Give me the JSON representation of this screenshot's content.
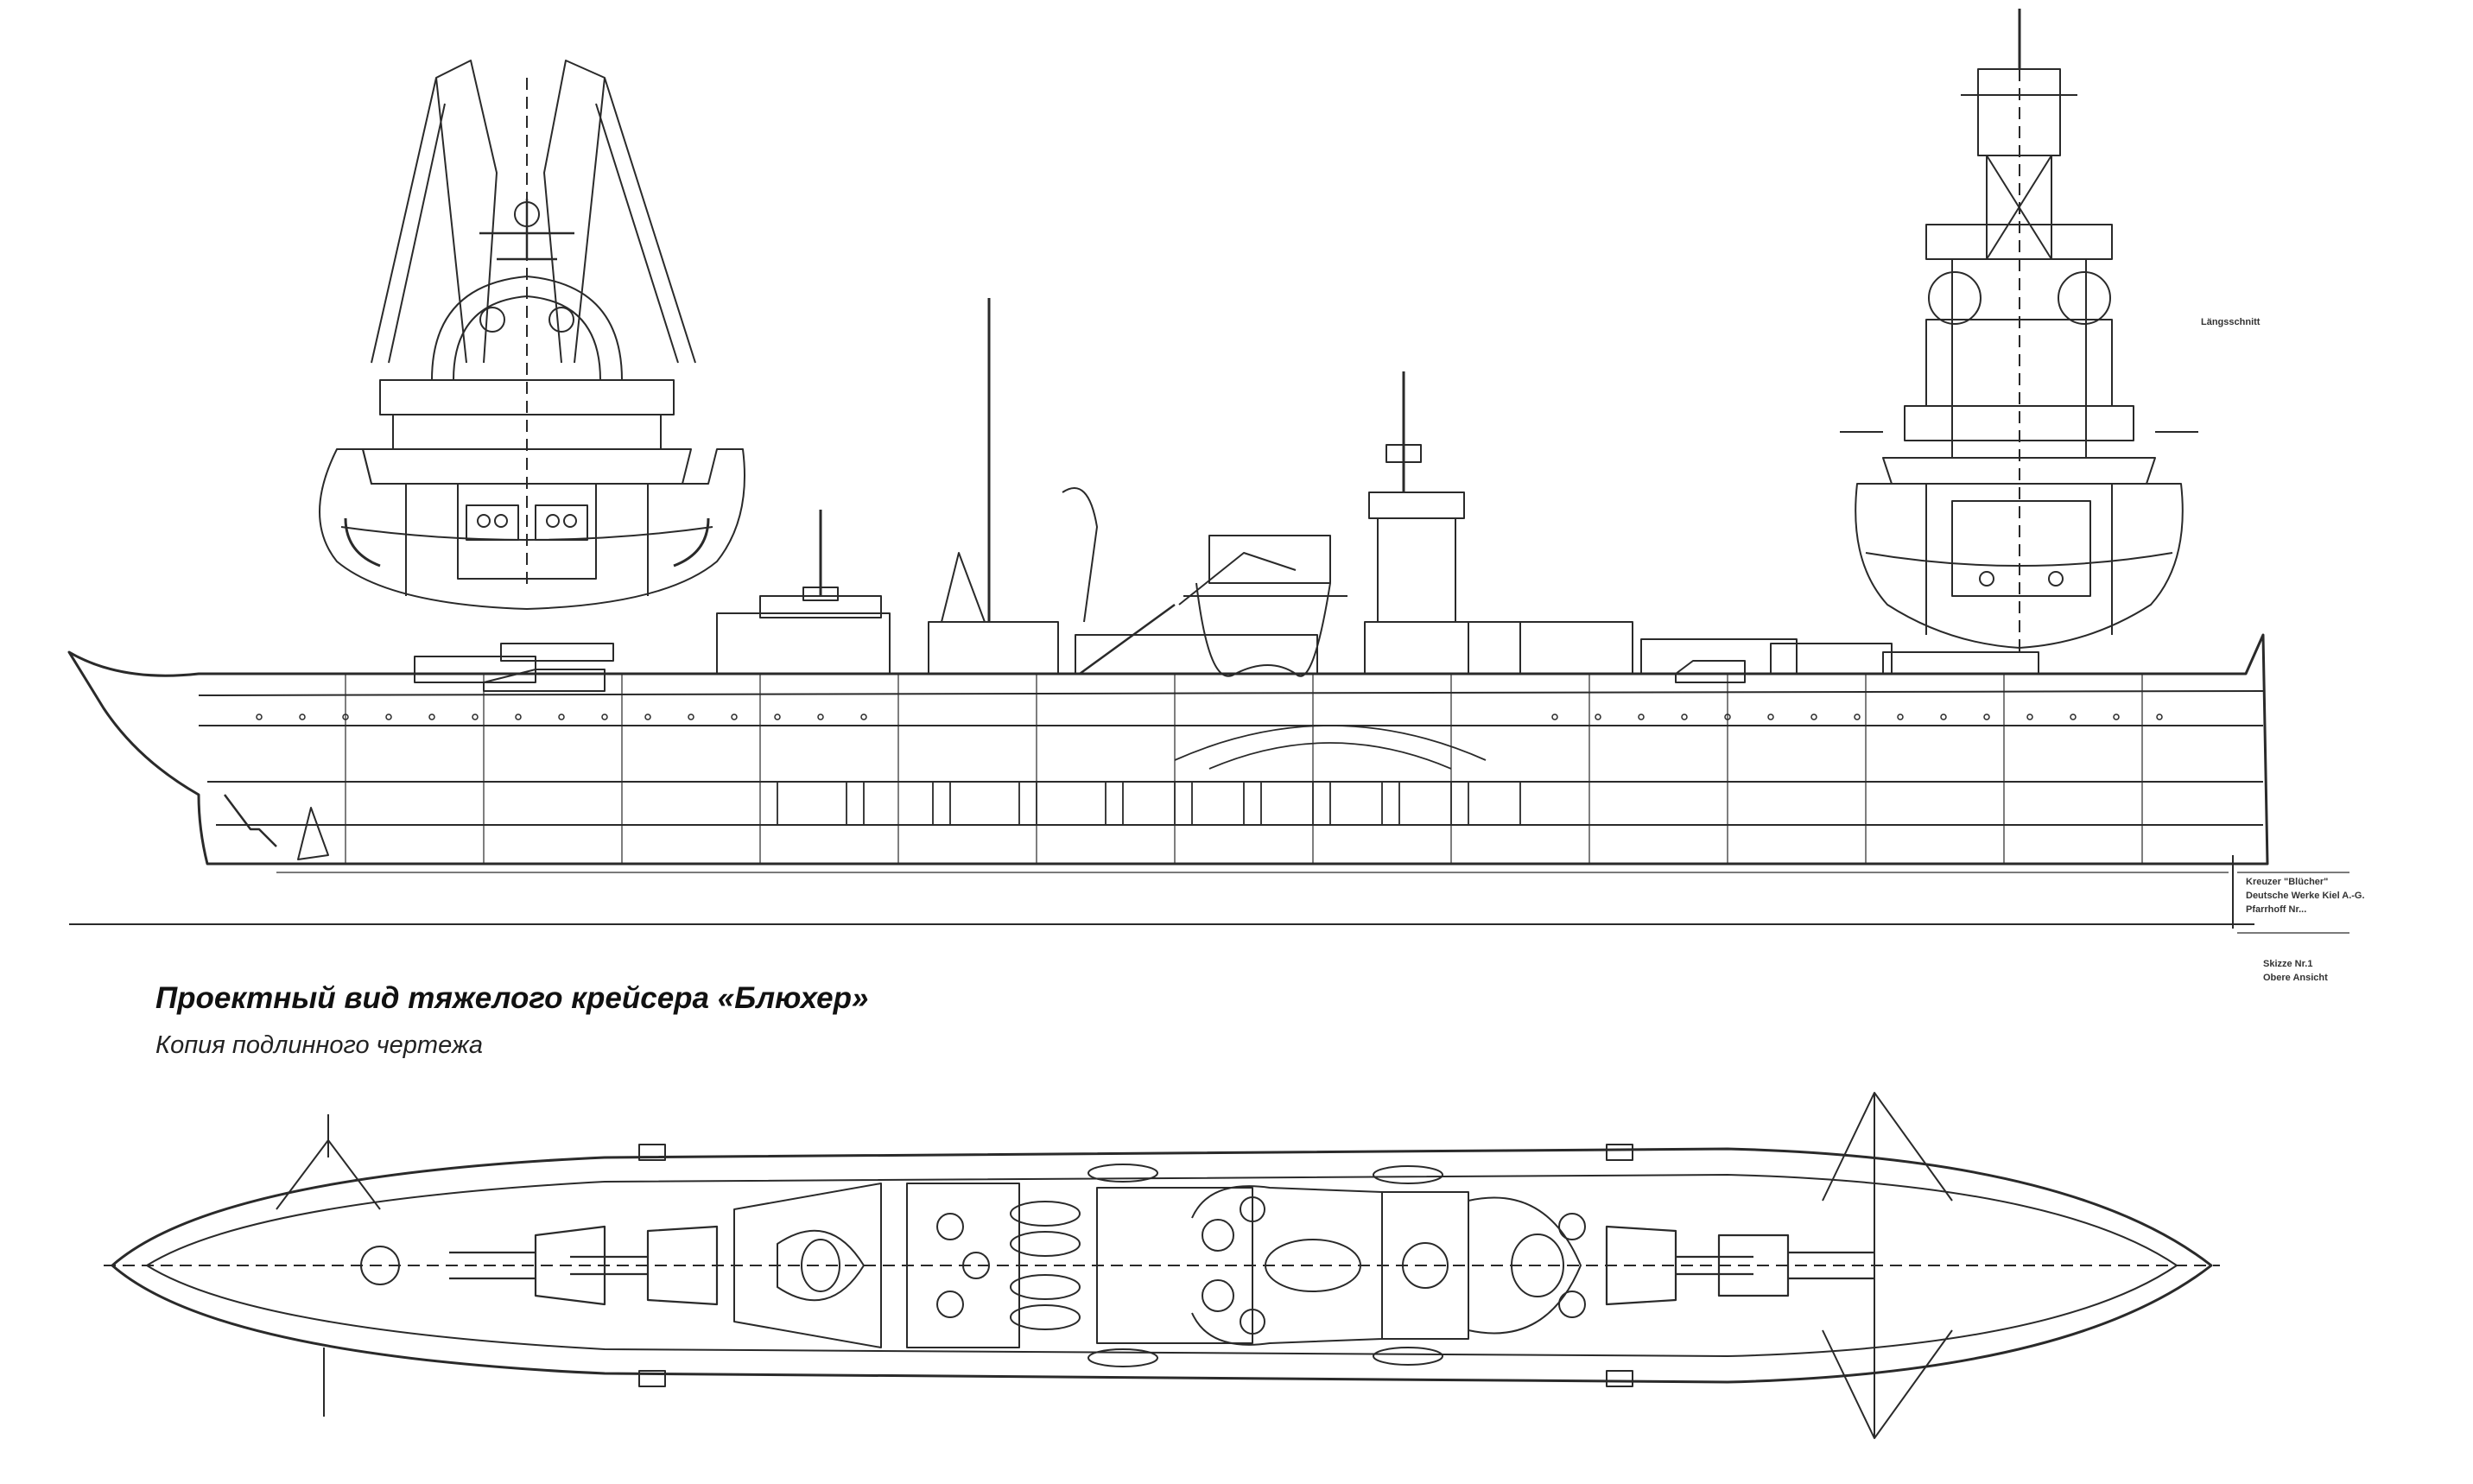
{
  "caption": {
    "title": "Проектный вид тяжелого крейсера «Блюхер»",
    "subtitle": "Копия подлинного чертежа"
  },
  "drawing_notes": {
    "section_right": "Längsschnitt",
    "title_block_line1": "Kreuzer \"Blücher\"",
    "title_block_line2": "Deutsche Werke Kiel A.-G.",
    "title_block_line3": "Pfarrhoff Nr...",
    "sheet_line1": "Skizze Nr.1",
    "sheet_line2": "Obere Ansicht"
  },
  "colors": {
    "ink": "#2a2a2a",
    "paper": "#ffffff"
  }
}
